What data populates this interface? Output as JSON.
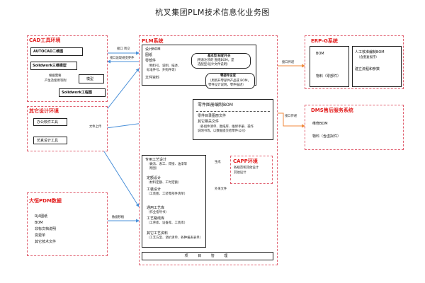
{
  "title": "杭叉集团PLM技术信息化业务图",
  "cad": {
    "header": "CAD工具环境",
    "autocad": "AUTOCAD二维图",
    "solidworks_3d": "Solidwork三维模型",
    "model_label": "模型",
    "solidworks_drawing": "Solidwork工程图",
    "side_note_1": "根据需要",
    "side_note_2": "产生及使用等附"
  },
  "other_design": {
    "header": "其它设计环境",
    "office": "办公软件工具",
    "analysis": "仿真设计工具"
  },
  "pdm": {
    "header": "大恒PDM数据",
    "items": [
      "RJ4图纸",
      "BOM",
      "非标文档说明",
      "变更单",
      "其它技术文件"
    ]
  },
  "plm": {
    "header": "PLM系统",
    "top_items": [
      "设计BOM",
      "图纸",
      "零部件",
      "文件资料"
    ],
    "top_sub": [
      "（物料号、说明、描述、",
      "标准件号、外购件等）"
    ],
    "bubble1": [
      "基本型/标配开关",
      "（用表达项的 图纸BOM，是",
      "选配型/设计文件说明）"
    ],
    "bubble2_title": "零部件设变",
    "bubble2": [
      "（用新开零部件产品或 BOM，",
      "零件设计说明，零件描述）"
    ],
    "mid_title": "零件图册编制BOM",
    "mid_items": [
      "零件目录图册文件",
      "其它相关文件"
    ],
    "mid_sub": [
      "（各组件清单、图纸库、维修手册、操作",
      "说明书等，以数据提交给零件公司）"
    ],
    "proc_title": "专用工艺设计",
    "proc_title_sub": [
      "（做法、表工、焊接、油漆等",
      "附图）"
    ],
    "proc_items": [
      {
        "label": "定额设计",
        "sub": "（材料定额、工时定额）"
      },
      {
        "label": "工装设计",
        "sub": "（工装图、工装零部件清单）"
      },
      {
        "label": "通用工艺库",
        "sub": "（作业指导书）"
      },
      {
        "label": "工艺路线库",
        "sub": "（工序库、设备库、工装库）"
      },
      {
        "label": "其它工艺资料",
        "sub": "（工艺方案、调价清单、各种报表表单）"
      }
    ],
    "footer": "项 目 管 理"
  },
  "erp": {
    "header": "ERP-G系统",
    "bom": "BOM",
    "material": "物料（零部件）",
    "manual": "人工核准编制BOM",
    "manual_sub": "（含重复报序）",
    "routing": "建立流程和参数"
  },
  "dms": {
    "header": "DMS售后服务系统",
    "bom": "维修BOM",
    "material": "物料（含虚拟件）"
  },
  "capp": {
    "header": "CAPP环境",
    "lines": [
      "各规范和其他设计",
      "其他设计"
    ]
  },
  "labels": {
    "interface_intake": "接口 转交",
    "interface_bom": "接口送现规变更件",
    "interface_erp": "接口传递",
    "interface_dms": "接口传递",
    "file_upload": "文件上传",
    "data_migration": "数据移植",
    "generate": "生成",
    "external_support": "外来文件"
  },
  "colors": {
    "accent_red": "#e31d1d",
    "dash_red": "#e06070",
    "arrow_blue": "#4a90d9",
    "arrow_orange": "#f08a3c"
  }
}
